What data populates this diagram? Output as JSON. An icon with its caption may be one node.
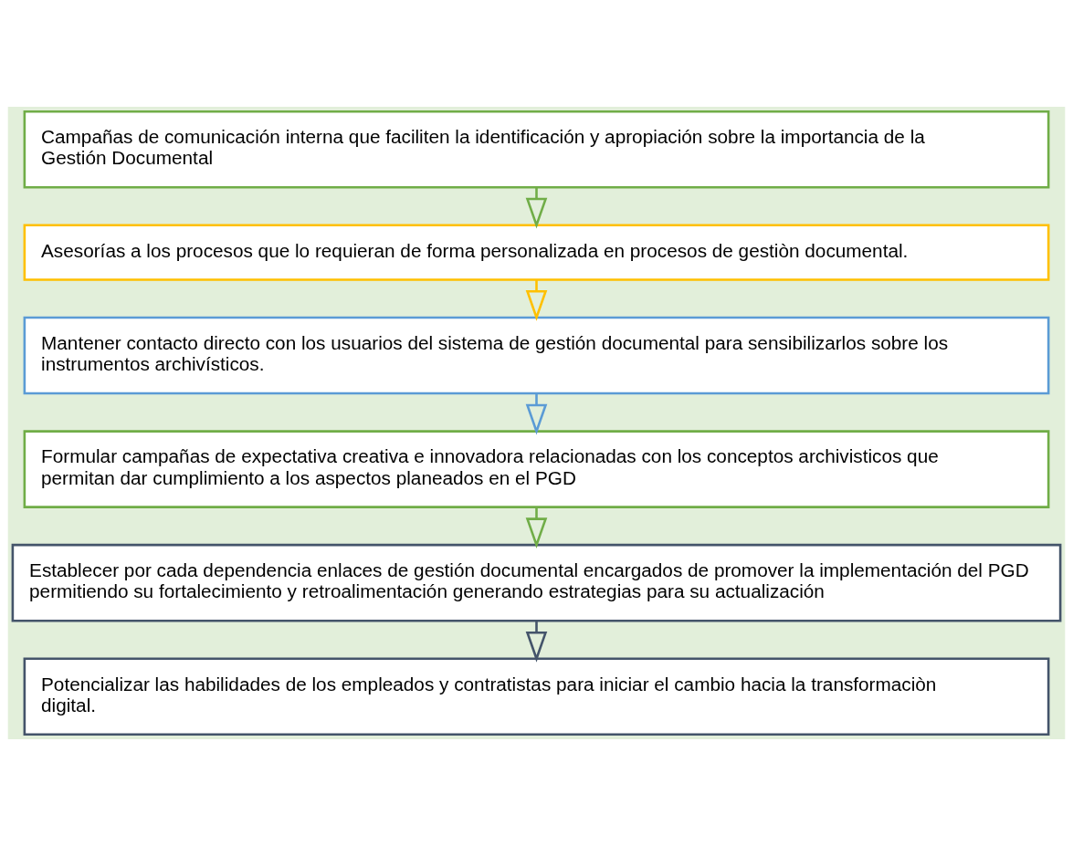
{
  "diagram": {
    "nodes": [
      {
        "text": [
          "Campañas de comunicación interna que faciliten la identificación y apropiación sobre la importancia de la Gestión Documental"
        ]
      },
      {
        "text": [
          "Asesorías a los procesos que lo requieran de forma personalizada en procesos de gestiòn documental."
        ]
      },
      {
        "text": [
          "Mantener contacto directo con los usuarios del sistema de gestión documental para sensibilizarlos sobre los instrumentos archivísticos."
        ]
      },
      {
        "text": [
          "Formular campañas de expectativa creativa e innovadora relacionadas con los conceptos archivisticos que permitan dar cumplimiento a los aspectos planeados en el PGD"
        ]
      },
      {
        "text": [
          "Establecer por cada dependencia enlaces de gestión documental encargados de promover la implementación del PGD permitiendo su fortalecimiento y retroalimentación generando estrategias para su actualización"
        ]
      },
      {
        "text": [
          "Potencializar las habilidades de los empleados y contratistas para iniciar el cambio hacia la transformaciòn digital."
        ]
      }
    ],
    "edges": [
      {
        "from": 0,
        "to": 1,
        "arrow": "to"
      },
      {
        "from": 1,
        "to": 2,
        "arrow": "to",
        "color": "#ffc000"
      },
      {
        "from": 2,
        "to": 3,
        "arrow": "to",
        "color": "#5b9bd5"
      },
      {
        "from": 3,
        "to": 4,
        "arrow": "to"
      },
      {
        "from": 4,
        "to": 5,
        "arrow": "to",
        "color": "#44546a"
      }
    ]
  }
}
